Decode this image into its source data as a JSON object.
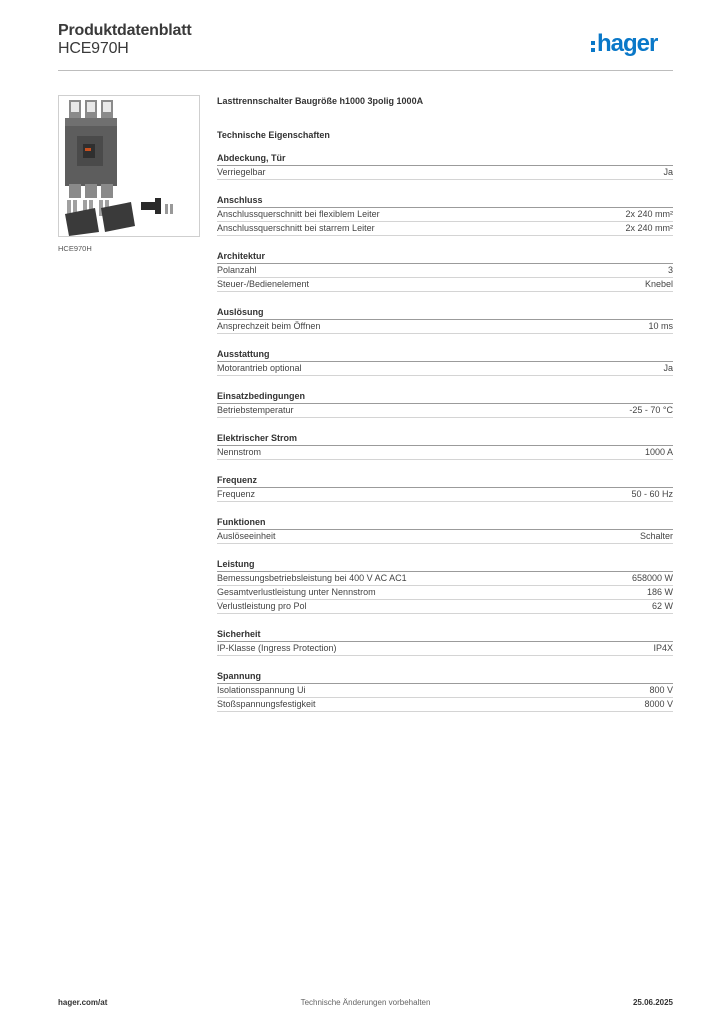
{
  "header": {
    "title": "Produktdatenblatt",
    "article_number": "HCE970H",
    "brand": "hager",
    "brand_color": "#0a78c8"
  },
  "product": {
    "image_caption": "HCE970H",
    "name": "Lasttrennschalter Baugröße h1000 3polig 1000A",
    "section_title": "Technische Eigenschaften"
  },
  "groups": [
    {
      "title": "Abdeckung, Tür",
      "rows": [
        {
          "label": "Verriegelbar",
          "value": "Ja"
        }
      ]
    },
    {
      "title": "Anschluss",
      "rows": [
        {
          "label": "Anschlussquerschnitt bei flexiblem Leiter",
          "value": "2x 240 mm²"
        },
        {
          "label": "Anschlussquerschnitt bei starrem Leiter",
          "value": "2x 240 mm²"
        }
      ]
    },
    {
      "title": "Architektur",
      "rows": [
        {
          "label": "Polanzahl",
          "value": "3"
        },
        {
          "label": "Steuer-/Bedienelement",
          "value": "Knebel"
        }
      ]
    },
    {
      "title": "Auslösung",
      "rows": [
        {
          "label": "Ansprechzeit beim Öffnen",
          "value": "10 ms"
        }
      ]
    },
    {
      "title": "Ausstattung",
      "rows": [
        {
          "label": "Motorantrieb optional",
          "value": "Ja"
        }
      ]
    },
    {
      "title": "Einsatzbedingungen",
      "rows": [
        {
          "label": "Betriebstemperatur",
          "value": "-25 - 70 °C"
        }
      ]
    },
    {
      "title": "Elektrischer Strom",
      "rows": [
        {
          "label": "Nennstrom",
          "value": "1000 A"
        }
      ]
    },
    {
      "title": "Frequenz",
      "rows": [
        {
          "label": "Frequenz",
          "value": "50 - 60 Hz"
        }
      ]
    },
    {
      "title": "Funktionen",
      "rows": [
        {
          "label": "Auslöseeinheit",
          "value": "Schalter"
        }
      ]
    },
    {
      "title": "Leistung",
      "rows": [
        {
          "label": "Bemessungsbetriebsleistung bei 400 V AC AC1",
          "value": "658000 W"
        },
        {
          "label": "Gesamtverlustleistung unter Nennstrom",
          "value": "186 W"
        },
        {
          "label": "Verlustleistung pro Pol",
          "value": "62 W"
        }
      ]
    },
    {
      "title": "Sicherheit",
      "rows": [
        {
          "label": "IP-Klasse (Ingress Protection)",
          "value": "IP4X"
        }
      ]
    },
    {
      "title": "Spannung",
      "rows": [
        {
          "label": "Isolationsspannung Ui",
          "value": "800 V"
        },
        {
          "label": "Stoßspannungsfestigkeit",
          "value": "8000 V"
        }
      ]
    }
  ],
  "footer": {
    "website": "hager.com/at",
    "note": "Technische Änderungen vorbehalten",
    "date": "25.06.2025"
  }
}
